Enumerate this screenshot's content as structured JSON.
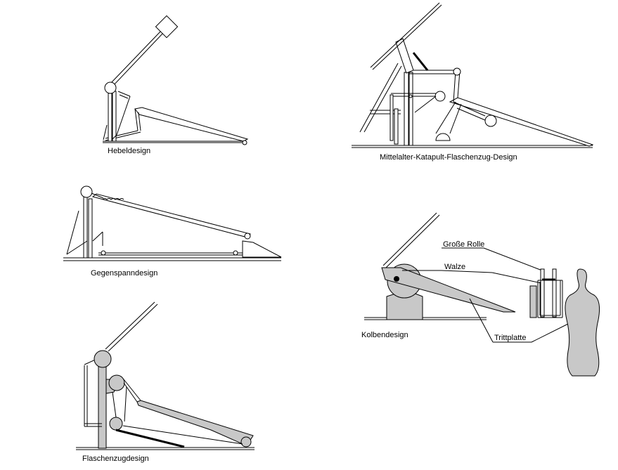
{
  "captions": {
    "hebel": "Hebeldesign",
    "katapult": "Mittelalter-Katapult-Flaschenzug-Design",
    "gegenspann": "Gegenspanndesign",
    "kolben": "Kolbendesign",
    "flaschenzug": "Flaschenzugdesign"
  },
  "kolben_labels": {
    "rolle": "Große Rolle",
    "walze": "Walze",
    "trittplatte": "Trittplatte"
  }
}
